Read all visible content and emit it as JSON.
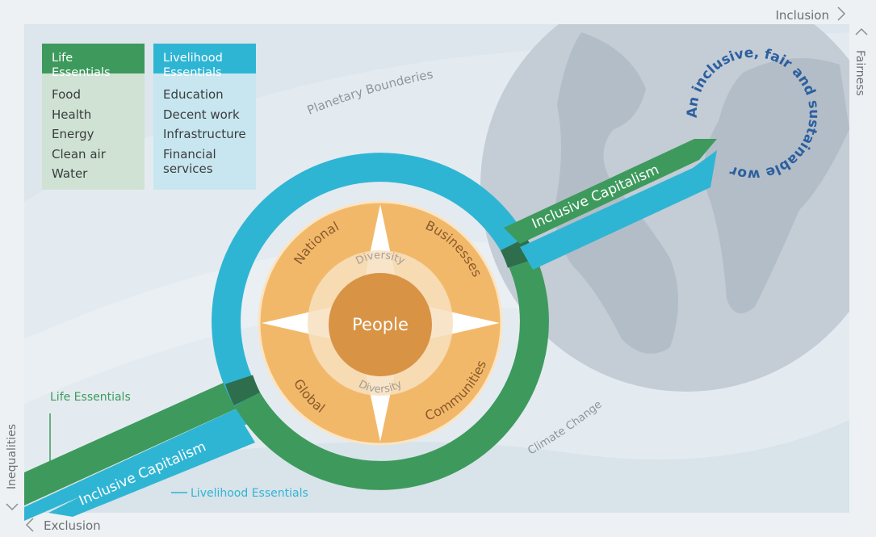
{
  "nav": {
    "top_right": "Inclusion",
    "right_side": "Fairness",
    "left_side": "Inequalities",
    "bottom_left": "Exclusion"
  },
  "boxes": {
    "life": {
      "title_line1": "Life",
      "title_line2": "Essentials",
      "items": [
        "Food",
        "Health",
        "Energy",
        "Clean air",
        "Water"
      ]
    },
    "livelihood": {
      "title_line1": "Livelihood",
      "title_line2": "Essentials",
      "items": [
        "Education",
        "Decent work",
        "Infrastructure",
        "Financial services"
      ]
    }
  },
  "labels": {
    "planetary": "Planetary Bounderies",
    "climate": "Climate Change",
    "life_essentials": "Life Essentials",
    "livelihood_essentials": "Livelihood Essentials",
    "inclusive_capitalism": "Inclusive Capitalism",
    "world_goal": "An inclusive, fair and sustainable world"
  },
  "compass": {
    "center": "People",
    "diversity": "Diversity",
    "quadrants": {
      "top_left": "National",
      "top_right": "Businesses",
      "bottom_left": "Global",
      "bottom_right": "Communities"
    }
  },
  "colors": {
    "green": "#3d9a5c",
    "blue": "#2fb5d4",
    "orange": "#f2b86a",
    "people": "#d99345",
    "world_text": "#2c5f9e"
  }
}
